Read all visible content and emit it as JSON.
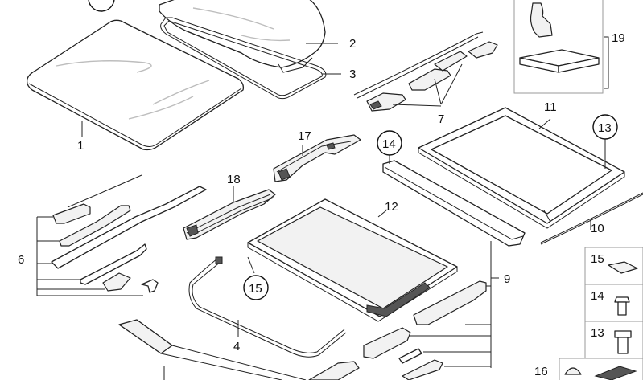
{
  "diagram": {
    "labels": {
      "l1": "1",
      "l2": "2",
      "l3": "3",
      "l4": "4",
      "l6": "6",
      "l7": "7",
      "l9": "9",
      "l10": "10",
      "l11": "11",
      "l12": "12",
      "l13": "13",
      "l14": "14",
      "l15": "15",
      "l16": "16",
      "l17": "17",
      "l18": "18",
      "l19": "19",
      "l15_box": "15",
      "l14_box": "14",
      "l13_box": "13"
    }
  }
}
